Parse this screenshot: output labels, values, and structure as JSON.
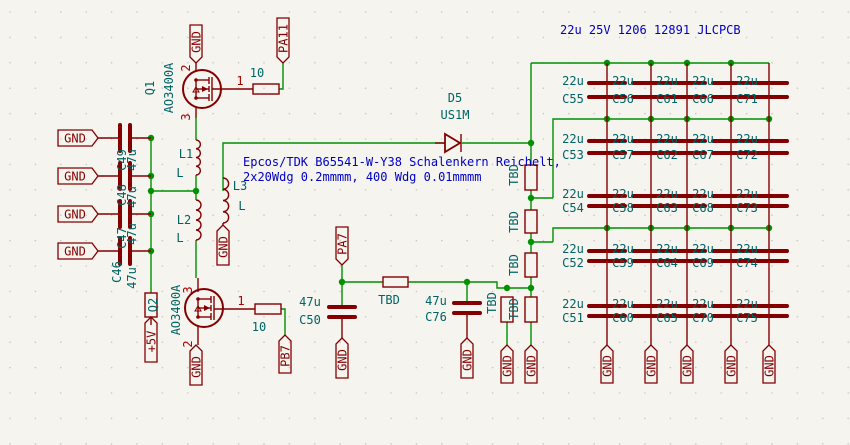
{
  "colors": {
    "background": "#f5f4ef",
    "wire": "#009000",
    "component": "#840000",
    "reference_text": "#006464",
    "pin_number": "#a90000",
    "note_text": "#0000c2",
    "junction": "#009000"
  },
  "notes": {
    "cap_spec": "22u 25V 1206 12891 JLCPCB",
    "transformer_line1": "Epcos/TDK B65541-W-Y38 Schalenkern Reichelt,",
    "transformer_line2": "2x20Wdg 0.2mmmm, 400 Wdg 0.01mmmm"
  },
  "q1": {
    "ref": "Q1",
    "value": "AO3400A",
    "pin_gate": "1",
    "pin_source": "2",
    "pin_drain": "3",
    "gate_resistor": "10",
    "gate_label": "PA11",
    "source_label": "GND"
  },
  "q2": {
    "ref": "Q2",
    "value": "AO3400A",
    "pin_gate": "1",
    "pin_source": "2",
    "pin_drain": "3",
    "gate_resistor": "10",
    "gate_label": "PB7",
    "source_label": "GND"
  },
  "inductors": [
    {
      "ref": "L1",
      "value": "L"
    },
    {
      "ref": "L2",
      "value": "L"
    },
    {
      "ref": "L3",
      "value": "L"
    }
  ],
  "l3_label": "GND",
  "supply_label": "+5V",
  "input_caps": [
    {
      "ref": "C49",
      "value": "47u",
      "gnd": "GND"
    },
    {
      "ref": "C48",
      "value": "47u",
      "gnd": "GND"
    },
    {
      "ref": "C47",
      "value": "47u",
      "gnd": "GND"
    },
    {
      "ref": "C46",
      "value": "47u",
      "gnd": "GND"
    }
  ],
  "diode": {
    "ref": "D5",
    "value": "US1M"
  },
  "divider": {
    "resistors": [
      "TBD",
      "TBD",
      "TBD",
      "TBD"
    ],
    "gnd": "GND"
  },
  "extra_resistor": {
    "value": "TBD",
    "gnd": "GND"
  },
  "filter": {
    "input_label": "PA7",
    "c50": {
      "ref": "C50",
      "value": "47u"
    },
    "resistor": "TBD",
    "c76": {
      "ref": "C76",
      "value": "47u"
    },
    "gnd": "GND"
  },
  "cap_bank": {
    "value": "22u",
    "gnd": "GND",
    "rows": [
      [
        "C55",
        "C56",
        "C61",
        "C66",
        "C71"
      ],
      [
        "C53",
        "C57",
        "C62",
        "C67",
        "C72"
      ],
      [
        "C54",
        "C58",
        "C63",
        "C68",
        "C73"
      ],
      [
        "C52",
        "C59",
        "C64",
        "C69",
        "C74"
      ],
      [
        "C51",
        "C60",
        "C65",
        "C70",
        "C75"
      ]
    ]
  }
}
